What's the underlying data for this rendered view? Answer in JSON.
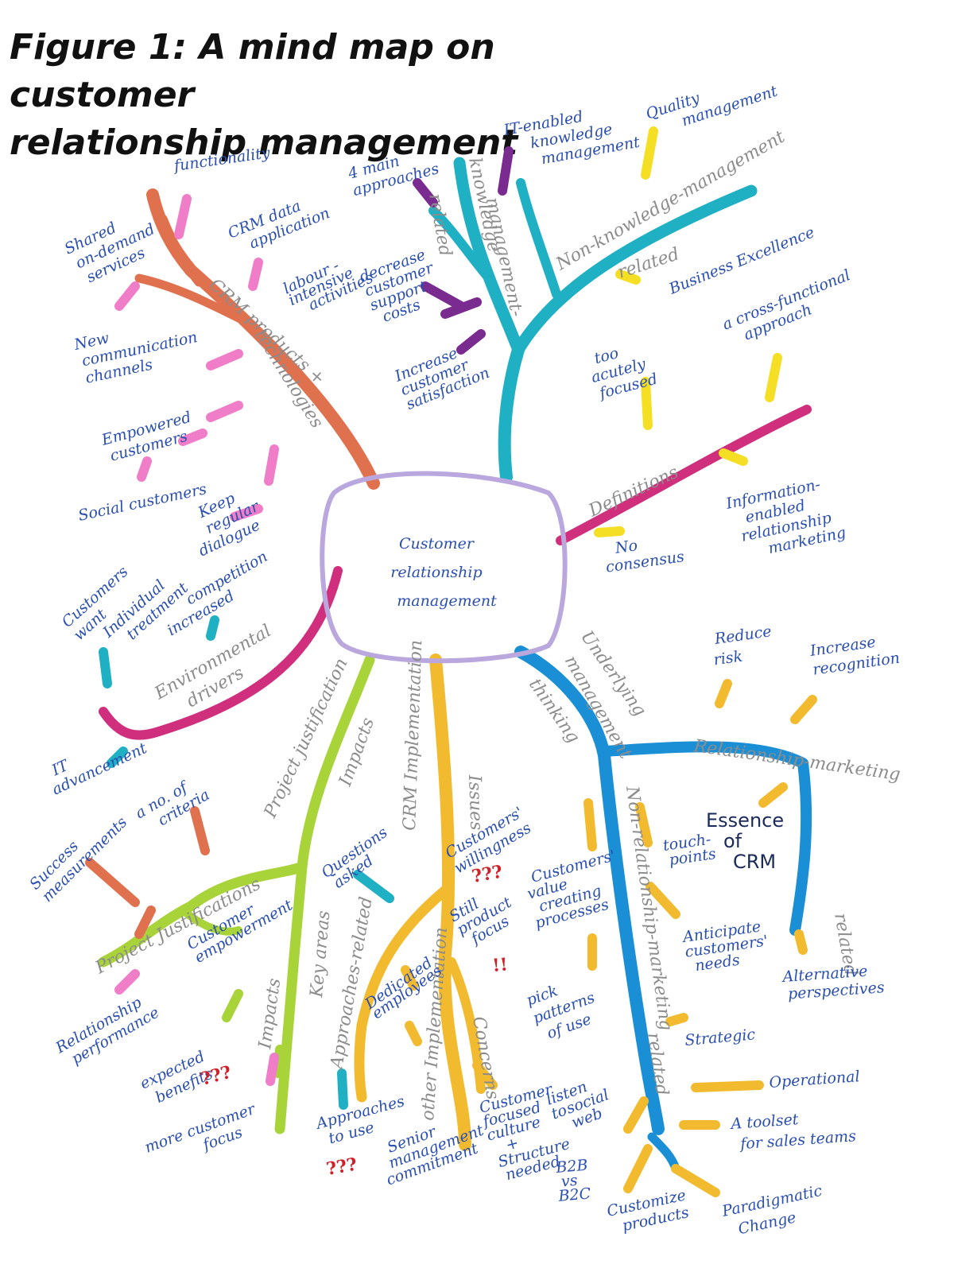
{
  "title_line1": "Figure 1: A mind map on customer",
  "title_line2": "relationship management",
  "center_label": [
    "Customer",
    "relationship",
    "management"
  ],
  "branches": {
    "crm_products": [
      "CRM products +",
      "technologies"
    ],
    "knowledge": [
      "knowledge",
      "management-",
      "related"
    ],
    "non_knowledge": [
      "Non-knowledge-management",
      "related"
    ],
    "definitions": "Definitions",
    "environmental": [
      "Environmental",
      "drivers"
    ],
    "project_justification": "Project justification",
    "project_justifications": "Project Justifications",
    "impacts": "Impacts",
    "impacts_lower": "Impacts",
    "crm_implementation": "CRM Implementation",
    "issues": "Issues",
    "approaches_related": "Approaches-related",
    "key_areas": "Key areas",
    "other_implementation": "other Implementation",
    "concerns": "Concerns",
    "underlying": [
      "Underlying",
      "management",
      "thinking"
    ],
    "relationship_marketing": "Relationship-marketing",
    "related": "related",
    "non_relationship": "Non-relationship-marketing",
    "related2": "related"
  },
  "labels": {
    "functionality": "functionality",
    "shared_services": [
      "Shared",
      "on-demand",
      "services"
    ],
    "crm_data": [
      "CRM data",
      "application"
    ],
    "labour": [
      "labour -",
      "intensive",
      "activities"
    ],
    "new_channels": [
      "New",
      "communication",
      "channels"
    ],
    "empowered": [
      "Empowered",
      "customers"
    ],
    "social_customers": "Social customers",
    "four_main": [
      "4 main",
      "approaches"
    ],
    "decrease_costs": [
      "decrease",
      "customer",
      "support",
      "costs"
    ],
    "increase_satisfaction": [
      "Increase",
      "customer",
      "satisfaction"
    ],
    "it_enabled": [
      "IT-enabled",
      "knowledge",
      "management"
    ],
    "quality": [
      "Quality",
      "management"
    ],
    "business_excellence": "Business Excellence",
    "cross_functional": [
      "a cross-functional",
      "approach"
    ],
    "too_acutely": [
      "too",
      "acutely",
      "focused"
    ],
    "no_consensus": [
      "No",
      "consensus"
    ],
    "information_enabled": [
      "Information-",
      "enabled",
      "relationship",
      "marketing"
    ],
    "keep_dialogue": [
      "Keep",
      "regular",
      "dialogue"
    ],
    "individual_treatment": [
      "Customers",
      "want",
      "Individual",
      "treatment"
    ],
    "increased_competition": [
      "increased",
      "competition"
    ],
    "it_advancement": [
      "IT",
      "advancement"
    ],
    "success_measurements": [
      "Success",
      "measurements"
    ],
    "no_of_criteria": [
      "a no. of",
      "criteria"
    ],
    "customer_empowerment": [
      "Customer",
      "empowerment"
    ],
    "relationship_performance": [
      "Relationship",
      "performance"
    ],
    "expected_benefits": [
      "expected",
      "benefits"
    ],
    "more_customer_focus": [
      "more customer",
      "focus"
    ],
    "questions_asked": [
      "Questions",
      "asked"
    ],
    "dedicated_employees": [
      "Dedicated",
      "employees"
    ],
    "approaches_to_use": [
      "Approaches",
      "to use"
    ],
    "senior_management": [
      "Senior",
      "management",
      "commitment"
    ],
    "customers_willingness": [
      "Customers'",
      "willingness"
    ],
    "still_product": [
      "Still",
      "product",
      "focus"
    ],
    "value_creating": [
      "Customers'",
      "value",
      "creating",
      "processes"
    ],
    "pick_patterns": [
      "pick",
      "patterns",
      "of use"
    ],
    "customer_focused": [
      "Customer",
      "focused",
      "culture",
      "+",
      "Structure",
      "needed"
    ],
    "listen_social": [
      "listen",
      "to",
      "social",
      "web"
    ],
    "b2b": [
      "B2B",
      "vs",
      "B2C"
    ],
    "customize": [
      "Customize",
      "products"
    ],
    "reduce_risk": [
      "Reduce",
      "risk"
    ],
    "increase_recognition": [
      "Increase",
      "recognition"
    ],
    "essence": [
      "Essence",
      "of",
      "CRM"
    ],
    "touch_points": [
      "touch-",
      "points"
    ],
    "anticipate": [
      "Anticipate",
      "customers'",
      "needs"
    ],
    "alternative": [
      "Alternative",
      "perspectives"
    ],
    "strategic": "Strategic",
    "operational": "Operational",
    "toolset": [
      "A toolset",
      "for sales teams"
    ],
    "paradigmatic": [
      "Paradigmatic",
      "Change"
    ]
  },
  "marks": {
    "qqq": "???",
    "excl": "!!"
  },
  "colors": {
    "orange": "#e0714f",
    "teal": "#1fb0c4",
    "magenta": "#cf2f7c",
    "lime": "#a8d43a",
    "gold": "#f2bb2f",
    "blue": "#1b8fd6",
    "pink": "#ef7dc8",
    "purple": "#7a2b8f",
    "yellow": "#f5df24",
    "ink": "#2a4fb0",
    "red": "#d0202a"
  }
}
